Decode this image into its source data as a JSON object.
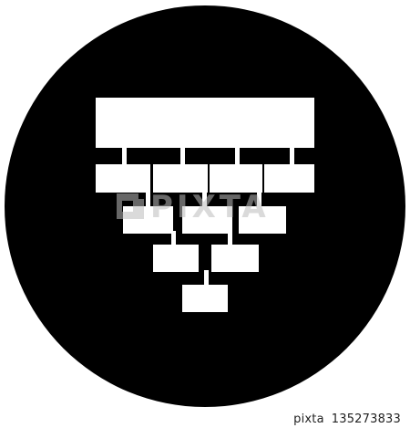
{
  "image": {
    "subject": "hierarchy-pyramid-icon",
    "background_color": "#ffffff",
    "circle_color": "#000000",
    "shape_color": "#ffffff",
    "watermark_color": "#bcbcbc"
  },
  "watermark": {
    "text": "PIXTA"
  },
  "footer": {
    "brand": "pixta",
    "id": "135273833"
  }
}
